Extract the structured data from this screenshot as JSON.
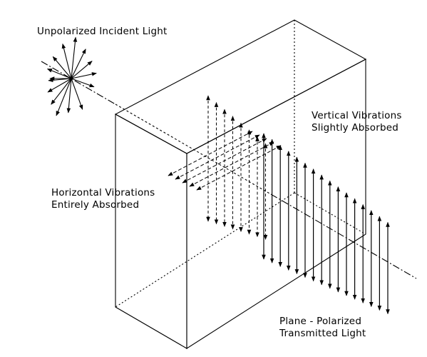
{
  "labels": {
    "unpolarized": "Unpolarized Incident Light",
    "vertical_line1": "Vertical Vibrations",
    "vertical_line2": "Slightly Absorbed",
    "horizontal_line1": "Horizontal Vibrations",
    "horizontal_line2": "Entirely Absorbed",
    "plane_line1": "Plane - Polarized",
    "plane_line2": "Transmitted Light"
  },
  "colors": {
    "ink": "#000000",
    "background": "#ffffff"
  }
}
